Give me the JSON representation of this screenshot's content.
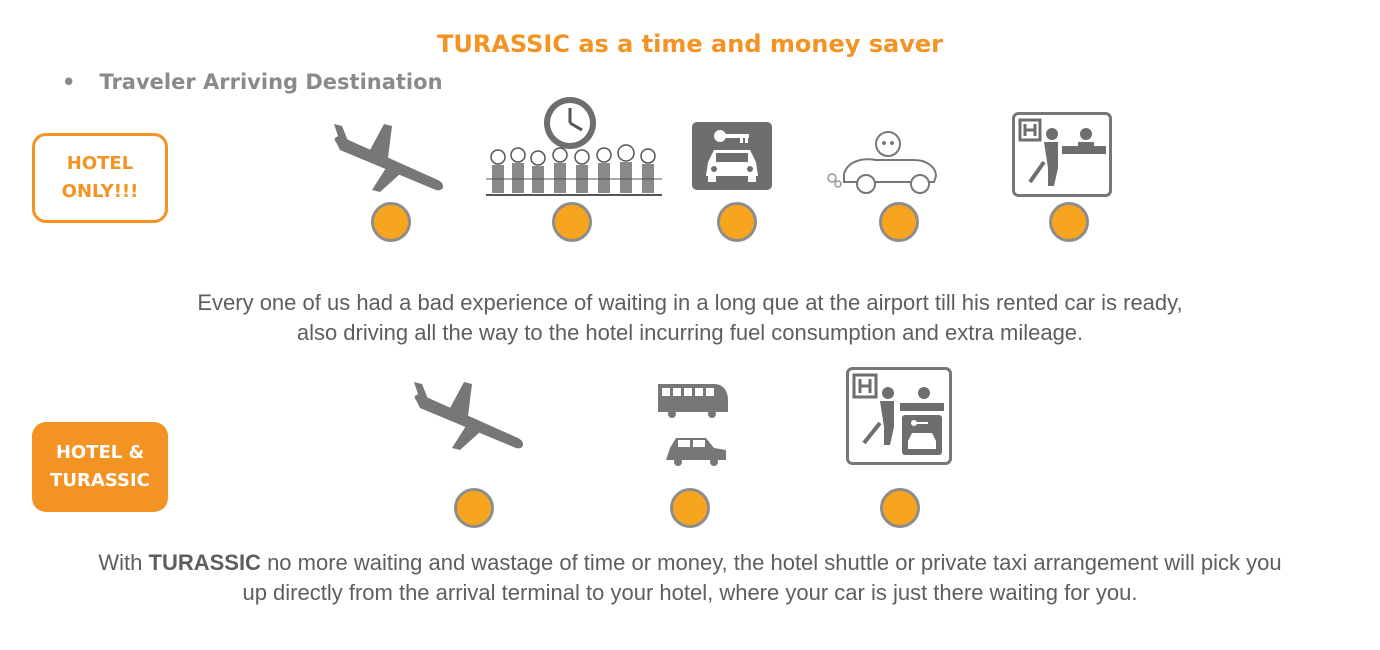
{
  "title": "TURASSIC as a time and money saver",
  "bullet": {
    "marker": "•",
    "text": "Traveler Arriving Destination"
  },
  "hotel_only_tag": "HOTEL\nONLY!!!",
  "hotel_turassic_tag": "HOTEL  &\nTURASSIC",
  "scenario1": {
    "icons": [
      "airplane-landing-icon",
      "waiting-queue-clock-icon",
      "car-rental-key-icon",
      "old-car-driver-icon",
      "hotel-reception-icon"
    ],
    "text_line1": "Every one of us had a bad experience of waiting in a long que at the airport till his rented car is ready,",
    "text_line2": "also driving all the way to the hotel incurring fuel consumption and extra mileage."
  },
  "scenario2": {
    "icons": [
      "airplane-landing-icon",
      "shuttle-bus-and-taxi-icon",
      "hotel-reception-car-icon"
    ],
    "text_prefix": "With ",
    "text_brand": "TURASSIC",
    "text_line1_rest": " no more waiting and wastage of time or money, the hotel shuttle or private taxi arrangement will pick you",
    "text_line2": "up directly from the arrival terminal to your hotel, where your car is just there waiting for you."
  },
  "colors": {
    "accent": "#f39323",
    "circle": "#f7a51e",
    "icon_gray": "#777777",
    "text": "#5e5e5e"
  }
}
